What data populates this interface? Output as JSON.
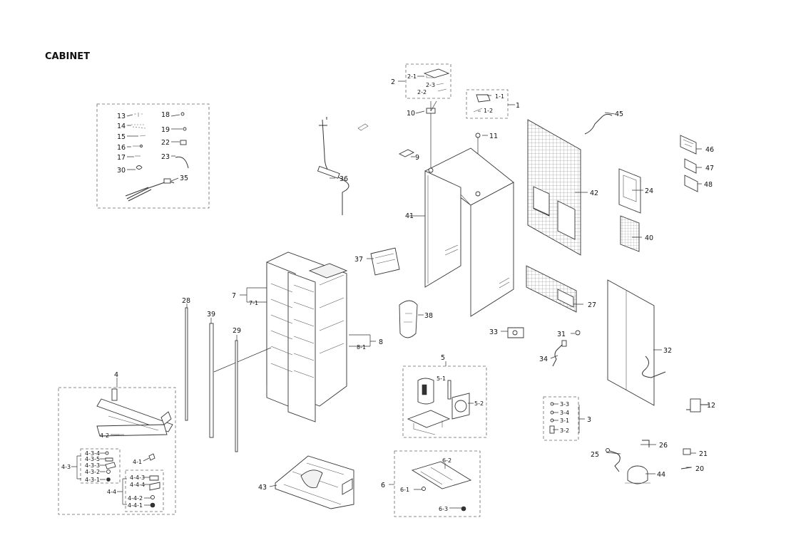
{
  "title": "CABINET",
  "callouts": {
    "c1": "1",
    "c1_1": "1-1",
    "c1_2": "1-2",
    "c2": "2",
    "c2_1": "2-1",
    "c2_2": "2-2",
    "c2_3": "2-3",
    "c3": "3",
    "c3_1": "3-1",
    "c3_2": "3-2",
    "c3_3": "3-3",
    "c3_4": "3-4",
    "c4": "4",
    "c4_1": "4-1",
    "c4_2": "4-2",
    "c4_3": "4-3",
    "c4_3_1": "4-3-1",
    "c4_3_2": "4-3-2",
    "c4_3_3": "4-3-3",
    "c4_3_4": "4-3-4",
    "c4_3_5": "4-3-5",
    "c4_4": "4-4",
    "c4_4_1": "4-4-1",
    "c4_4_2": "4-4-2",
    "c4_4_3": "4-4-3",
    "c4_4_4": "4-4-4",
    "c5": "5",
    "c5_1": "5-1",
    "c5_2": "5-2",
    "c6": "6",
    "c6_1": "6-1",
    "c6_2": "6-2",
    "c6_3": "6-3",
    "c7": "7",
    "c7_1": "7-1",
    "c8": "8",
    "c8_1": "8-1",
    "c9": "9",
    "c10": "10",
    "c11": "11",
    "c12": "12",
    "c13": "13",
    "c14": "14",
    "c15": "15",
    "c16": "16",
    "c17": "17",
    "c18": "18",
    "c19": "19",
    "c20": "20",
    "c21": "21",
    "c22": "22",
    "c23": "23",
    "c24": "24",
    "c25": "25",
    "c26": "26",
    "c27": "27",
    "c28": "28",
    "c29": "29",
    "c30": "30",
    "c31": "31",
    "c32": "32",
    "c33": "33",
    "c34": "34",
    "c35": "35",
    "c36": "36",
    "c37": "37",
    "c38": "38",
    "c39": "39",
    "c40": "40",
    "c41": "41",
    "c42": "42",
    "c43": "43",
    "c44": "44",
    "c45": "45",
    "c46": "46",
    "c47": "47",
    "c48": "48"
  }
}
